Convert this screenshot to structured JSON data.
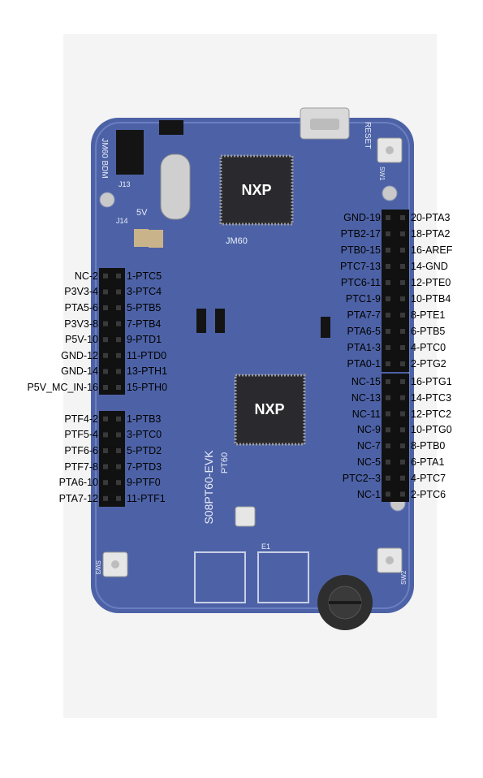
{
  "board": {
    "brand_logo": "NXP",
    "name": "S08PT60-EVK",
    "chip_label": "PT60",
    "mcu_bdm_label": "JM60 BDM",
    "jm60_label": "JM60",
    "v5_label": "5V",
    "reset_label": "RESET",
    "sw1_label": "SW1",
    "sw2_label": "SW2",
    "sw3_label": "SW3",
    "j14_label": "J14",
    "j13_label": "J13",
    "e1_label": "E1",
    "colors": {
      "pcb": "#4d62a6",
      "pcb_light": "#6a7fc0",
      "header": "#111111",
      "chip": "#2a2a2e",
      "page_bg": "#f3f3f3"
    }
  },
  "headers": {
    "left_top": {
      "left": [
        "NC-2",
        "P3V3-4",
        "PTA5-6",
        "P3V3-8",
        "P5V-10",
        "GND-12",
        "GND-14",
        "P5V_MC_IN-16"
      ],
      "right": [
        "1-PTC5",
        "3-PTC4",
        "5-PTB5",
        "7-PTB4",
        "9-PTD1",
        "11-PTD0",
        "13-PTH1",
        "15-PTH0"
      ]
    },
    "left_bottom": {
      "left": [
        "PTF4-2",
        "PTF5-4",
        "PTF6-6",
        "PTF7-8",
        "PTA6-10",
        "PTA7-12"
      ],
      "right": [
        "1-PTB3",
        "3-PTC0",
        "5-PTD2",
        "7-PTD3",
        "9-PTF0",
        "11-PTF1"
      ]
    },
    "right_top": {
      "left": [
        "GND-19",
        "PTB2-17",
        "PTB0-15",
        "PTC7-13",
        "PTC6-11",
        "PTC1-9",
        "PTA7-7",
        "PTA6-5",
        "PTA1-3",
        "PTA0-1"
      ],
      "right": [
        "20-PTA3",
        "18-PTA2",
        "16-AREF",
        "14-GND",
        "12-PTE0",
        "10-PTB4",
        "8-PTE1",
        "6-PTB5",
        "4-PTC0",
        "2-PTG2"
      ]
    },
    "right_bottom": {
      "left": [
        "NC-15",
        "NC-13",
        "NC-11",
        "NC-9",
        "NC-7",
        "NC-5",
        "PTC2--3",
        "NC-1"
      ],
      "right": [
        "16-PTG1",
        "14-PTC3",
        "12-PTC2",
        "10-PTG0",
        "8-PTB0",
        "6-PTA1",
        "4-PTC7",
        "2-PTC6"
      ]
    }
  }
}
